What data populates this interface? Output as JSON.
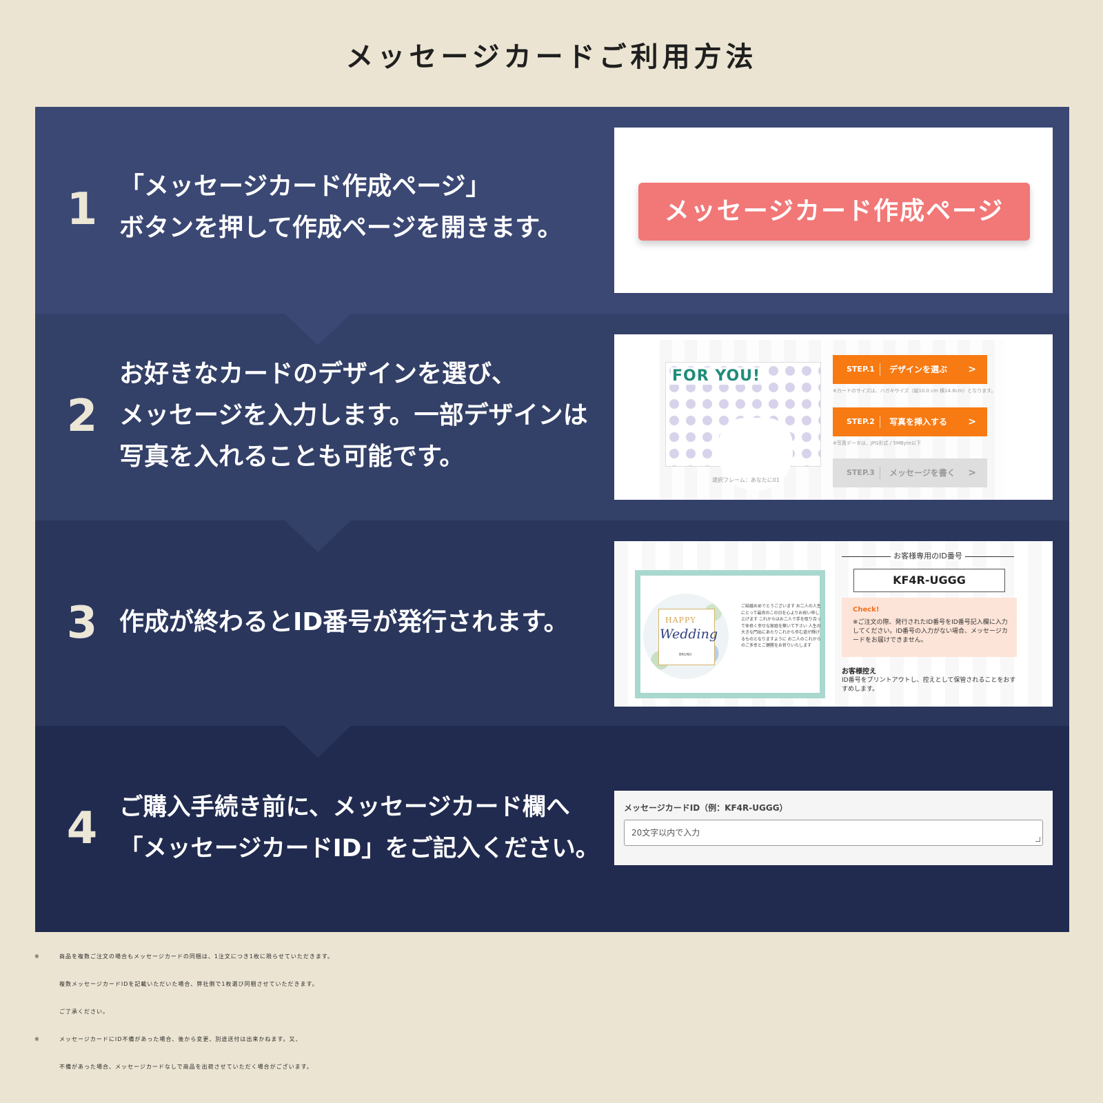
{
  "title": "メッセージカードご利用方法",
  "steps": [
    {
      "number": "1",
      "lines": [
        "「メッセージカード作成ページ」",
        "ボタンを押して作成ページを開きます。"
      ],
      "panel": {
        "button_label": "メッセージカード作成ページ"
      }
    },
    {
      "number": "2",
      "lines": [
        "お好きなカードのデザインを選び、",
        "メッセージを入力します。一部デザインは",
        "写真を入れることも可能です。"
      ],
      "panel": {
        "card_title": "FOR YOU!",
        "frame_label": "選択フレーム：あなたに01",
        "step_buttons": [
          {
            "step": "STEP.1",
            "label": "デザインを選ぶ",
            "arrow": ">"
          },
          {
            "step": "STEP.2",
            "label": "写真を挿入する",
            "arrow": ">"
          },
          {
            "step": "STEP.3",
            "label": "メッセージを書く",
            "arrow": ">"
          }
        ],
        "notes": [
          "※カードのサイズは、ハガキサイズ（縦10.0 cm 横14.8cm）となります。",
          "※写真データは、JPG形式 / 5MByte以下"
        ]
      }
    },
    {
      "number": "3",
      "lines": [
        "作成が終わるとID番号が発行されます。"
      ],
      "panel": {
        "happy": "HAPPY",
        "wedding": "Wedding",
        "brand": "BRUNO",
        "message": "ご結婚おめでとうございます お二人の人生にとって最良のこの日を心よりお祝い申し上げます これからはお二人で手を取り合って仲良く幸せな家庭を築いて下さい 人生の大きな門出にあたりこれから歩む道が輝けるものとなりますように お二人のこれからのご多幸とご健勝をお祈りいたします",
        "id_heading": "お客様専用のID番号",
        "id_value": "KF4R-UGGG",
        "check_title": "Check!",
        "check_text": "※ご注文の際、発行されたID番号をID番号記入欄に入力してください。ID番号の入力がない場合、メッセージカードをお届けできません。",
        "customer_title": "お客様控え",
        "customer_text": "ID番号をプリントアウトし、控えとして保管されることをおすすめします。"
      }
    },
    {
      "number": "4",
      "lines": [
        "ご購入手続き前に、メッセージカード欄へ",
        "「メッセージカードID」をご記入ください。"
      ],
      "panel": {
        "field_label": "メッセージカードID（例：KF4R-UGGG）",
        "placeholder": "20文字以内で入力"
      }
    }
  ],
  "notes": [
    {
      "mark": "※",
      "lines": [
        "商品を複数ご注文の場合もメッセージカードの同梱は、1注文につき1枚に限らせていただきます。",
        "複数メッセージカードIDを記載いただいた場合、弊社側で1枚選び同梱させていただきます。",
        "ご了承ください。"
      ]
    },
    {
      "mark": "※",
      "lines": [
        "メッセージカードにID不備があった場合、後から変更、別途送付は出来かねます。又、",
        "不備があった場合、メッセージカードなしで商品を出荷させていただく場合がございます。"
      ]
    }
  ],
  "colors": {
    "background": "#ebe4d2",
    "step1": "#3b4874",
    "step2": "#334068",
    "step3": "#2b365d",
    "step4": "#212b4f",
    "create_button": "#f27777",
    "step_button": "#f77a12",
    "check_bg": "#fde4d8"
  }
}
